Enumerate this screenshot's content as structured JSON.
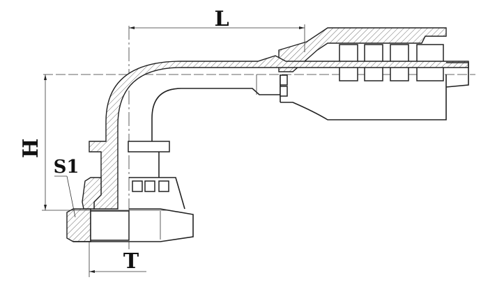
{
  "drawing": {
    "dimension_labels": {
      "length": "L",
      "height": "H",
      "hex_size": "S1",
      "thread": "T"
    },
    "line_color": "#222222"
  }
}
